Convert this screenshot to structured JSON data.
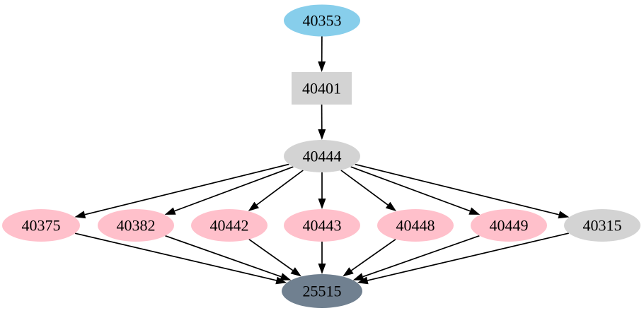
{
  "graph": {
    "background": "#ffffff",
    "edge_color": "#000000",
    "label_color": "#000000",
    "nodes": [
      {
        "id": "40353",
        "label": "40353",
        "shape": "ellipse",
        "color": "#87ceeb"
      },
      {
        "id": "40401",
        "label": "40401",
        "shape": "box",
        "color": "#d3d3d3"
      },
      {
        "id": "40444",
        "label": "40444",
        "shape": "ellipse",
        "color": "#d3d3d3"
      },
      {
        "id": "40375",
        "label": "40375",
        "shape": "ellipse",
        "color": "#ffc0cb"
      },
      {
        "id": "40382",
        "label": "40382",
        "shape": "ellipse",
        "color": "#ffc0cb"
      },
      {
        "id": "40442",
        "label": "40442",
        "shape": "ellipse",
        "color": "#ffc0cb"
      },
      {
        "id": "40443",
        "label": "40443",
        "shape": "ellipse",
        "color": "#ffc0cb"
      },
      {
        "id": "40448",
        "label": "40448",
        "shape": "ellipse",
        "color": "#ffc0cb"
      },
      {
        "id": "40449",
        "label": "40449",
        "shape": "ellipse",
        "color": "#ffc0cb"
      },
      {
        "id": "40315",
        "label": "40315",
        "shape": "ellipse",
        "color": "#d3d3d3"
      },
      {
        "id": "25515",
        "label": "25515",
        "shape": "ellipse",
        "color": "#708090"
      }
    ],
    "edges": [
      {
        "from": "40353",
        "to": "40401"
      },
      {
        "from": "40401",
        "to": "40444"
      },
      {
        "from": "40444",
        "to": "40375"
      },
      {
        "from": "40444",
        "to": "40382"
      },
      {
        "from": "40444",
        "to": "40442"
      },
      {
        "from": "40444",
        "to": "40443"
      },
      {
        "from": "40444",
        "to": "40448"
      },
      {
        "from": "40444",
        "to": "40449"
      },
      {
        "from": "40444",
        "to": "40315"
      },
      {
        "from": "40375",
        "to": "25515"
      },
      {
        "from": "40382",
        "to": "25515"
      },
      {
        "from": "40442",
        "to": "25515"
      },
      {
        "from": "40443",
        "to": "25515"
      },
      {
        "from": "40448",
        "to": "25515"
      },
      {
        "from": "40449",
        "to": "25515"
      },
      {
        "from": "40315",
        "to": "25515"
      }
    ]
  }
}
